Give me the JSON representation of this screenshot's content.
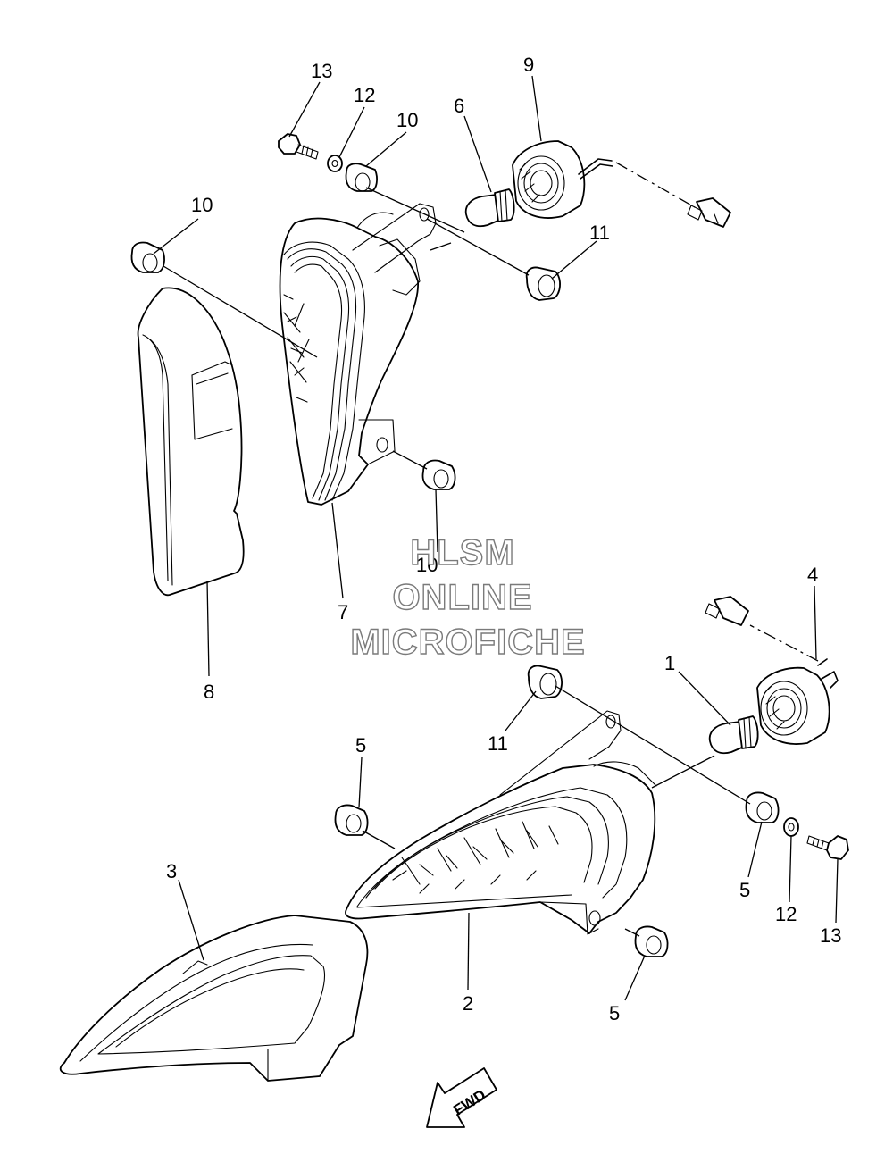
{
  "callouts": [
    {
      "id": "c13a",
      "text": "13"
    },
    {
      "id": "c12a",
      "text": "12"
    },
    {
      "id": "c10a",
      "text": "10"
    },
    {
      "id": "c6",
      "text": "6"
    },
    {
      "id": "c9",
      "text": "9"
    },
    {
      "id": "c10b",
      "text": "10"
    },
    {
      "id": "c11a",
      "text": "11"
    },
    {
      "id": "c10c",
      "text": "10"
    },
    {
      "id": "c7",
      "text": "7"
    },
    {
      "id": "c8",
      "text": "8"
    },
    {
      "id": "c4",
      "text": "4"
    },
    {
      "id": "c1",
      "text": "1"
    },
    {
      "id": "c11b",
      "text": "11"
    },
    {
      "id": "c5a",
      "text": "5"
    },
    {
      "id": "c3",
      "text": "3"
    },
    {
      "id": "c5b",
      "text": "5"
    },
    {
      "id": "c12b",
      "text": "12"
    },
    {
      "id": "c13b",
      "text": "13"
    },
    {
      "id": "c2",
      "text": "2"
    },
    {
      "id": "c5c",
      "text": "5"
    }
  ],
  "watermark": {
    "line1": "HLSM",
    "line2": "ONLINE",
    "line3": "MICROFICHE",
    "color": "#7a7a7a"
  },
  "direction_arrow": {
    "label": "FWD"
  }
}
